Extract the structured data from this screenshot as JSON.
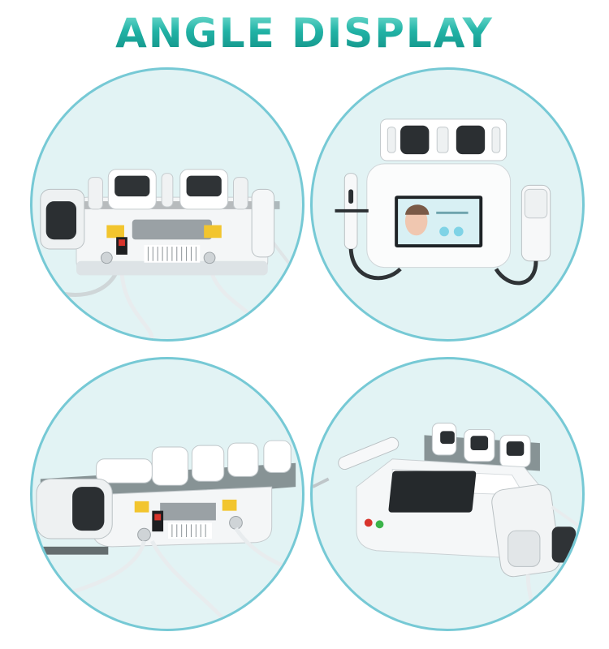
{
  "heading": {
    "title": "ANGLE DISPLAY"
  },
  "colors": {
    "title": "#1aa89c",
    "circle_fill": "#e2f3f4",
    "circle_border": "#76c9d5"
  },
  "panels": [
    {
      "view": "front-view"
    },
    {
      "view": "top-screen-view"
    },
    {
      "view": "low-front-angle-view"
    },
    {
      "view": "side-angle-view"
    }
  ]
}
